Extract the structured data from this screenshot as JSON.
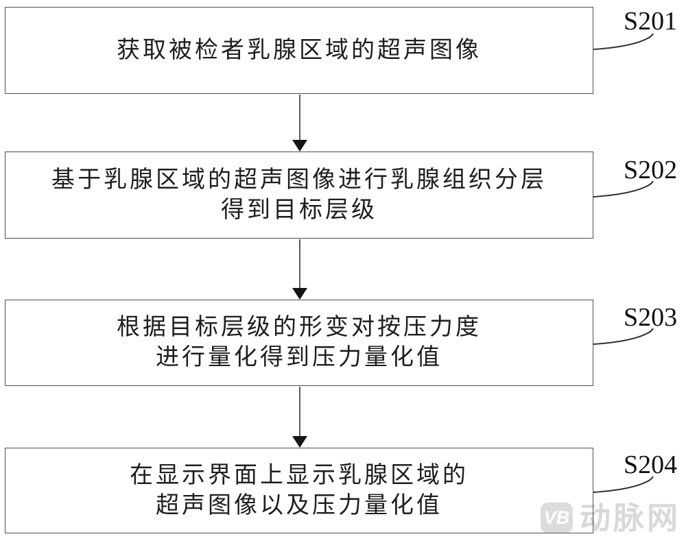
{
  "figure": {
    "type": "flowchart",
    "description": "vertical four-step process flow with step labels"
  },
  "steps": [
    {
      "label": "S201",
      "lines": [
        "获取被检者乳腺区域的超声图像"
      ]
    },
    {
      "label": "S202",
      "lines": [
        "基于乳腺区域的超声图像进行乳腺组织分层",
        "得到目标层级"
      ]
    },
    {
      "label": "S203",
      "lines": [
        "根据目标层级的形变对按压力度",
        "进行量化得到压力量化值"
      ]
    },
    {
      "label": "S204",
      "lines": [
        "在显示界面上显示乳腺区域的",
        "超声图像以及压力量化值"
      ]
    }
  ],
  "watermark": {
    "logo": "VB",
    "text": "动脉网"
  },
  "colors": {
    "background": "#ffffff",
    "box_border": "#4e4e4e",
    "text": "#1e1e1e",
    "connector_line": "#5a5a5a",
    "arrowhead": "#141414",
    "label_text": "#111111",
    "watermark_gray": "#dcdcdc"
  }
}
